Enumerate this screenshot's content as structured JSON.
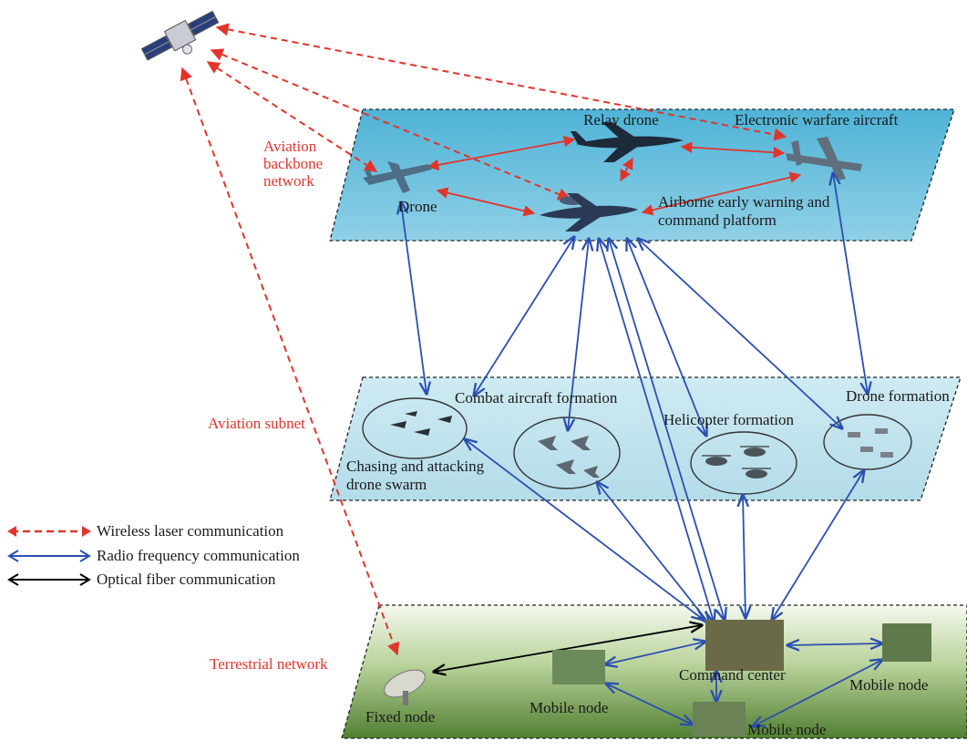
{
  "layers": {
    "backbone": "Aviation backbone network",
    "backbone_lines": [
      "Aviation",
      "backbone",
      "network"
    ],
    "subnet": "Aviation subnet",
    "terrestrial": "Terrestrial network"
  },
  "nodes": {
    "relay_drone": "Relay drone",
    "ew_aircraft": "Electronic warfare aircraft",
    "drone": "Drone",
    "aewc_line1": "Airborne early warning and",
    "aewc_line2": "command platform",
    "combat_formation": "Combat aircraft formation",
    "drone_formation": "Drone formation",
    "helicopter_formation": "Helicopter formation",
    "swarm_line1": "Chasing and attacking",
    "swarm_line2": "drone swarm",
    "command_center": "Command center",
    "fixed_node": "Fixed node",
    "mobile_node_left": "Mobile node",
    "mobile_node_right": "Mobile node",
    "mobile_node_bottom": "Mobile node"
  },
  "legend": [
    {
      "label": "Wireless laser communication",
      "color": "#e0352b",
      "style": "dashed"
    },
    {
      "label": "Radio frequency communication",
      "color": "#2b4fb0",
      "style": "solid"
    },
    {
      "label": "Optical fiber communication",
      "color": "#000000",
      "style": "solid"
    }
  ],
  "colors": {
    "laser": "#e0352b",
    "radio": "#2b4fb0",
    "fiber": "#000000",
    "backbone_fill": "#5ab8d8",
    "subnet_fill": "#bfe3ee",
    "ground_fill_top": "#eef5e4",
    "ground_fill_bottom": "#5d8a3a"
  },
  "icons": [
    "satellite-icon",
    "drone-aircraft-icon",
    "relay-drone-icon",
    "ew-aircraft-icon",
    "aewc-aircraft-icon",
    "fighter-jet-icon",
    "helicopter-icon",
    "quadcopter-icon",
    "radar-dish-icon",
    "military-vehicle-icon",
    "command-tent-icon"
  ]
}
